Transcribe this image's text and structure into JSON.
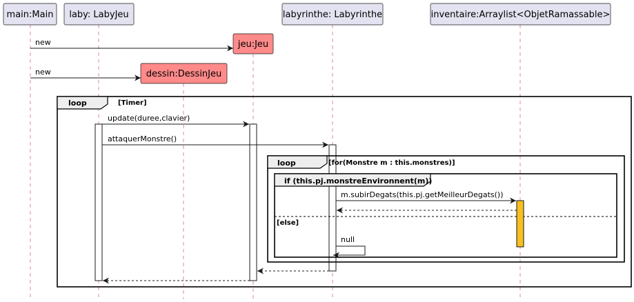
{
  "participants": {
    "main": "main:Main",
    "laby": "laby: LabyJeu",
    "labyrinthe": "labyrinthe: Labyrinthe",
    "inventaire": "inventaire:Arraylist<ObjetRamassable>"
  },
  "created": {
    "jeu": "jeu:Jeu",
    "dessin": "dessin:DessinJeu"
  },
  "messages": {
    "new_jeu": "new",
    "new_dessin": "new",
    "update": "update(duree,clavier)",
    "attaquer": "attaquerMonstre()",
    "subir": "m.subirDegats(this.pj.getMeilleurDegats())",
    "null_call": "null"
  },
  "frames": {
    "outer_loop": {
      "label": "loop",
      "guard": "[Timer]"
    },
    "inner_loop": {
      "label": "loop",
      "guard": "[for(Monstre m : this.monstres)]"
    },
    "alt": {
      "label": "if (this.pj.monstreEnvironnent(m))",
      "else_guard": "[else]"
    }
  },
  "colors": {
    "participant_fill": "#E2E2F0",
    "created_fill": "#FF8A8A",
    "activation_highlight": "#F8C01F",
    "lifeline": "#A80036"
  }
}
